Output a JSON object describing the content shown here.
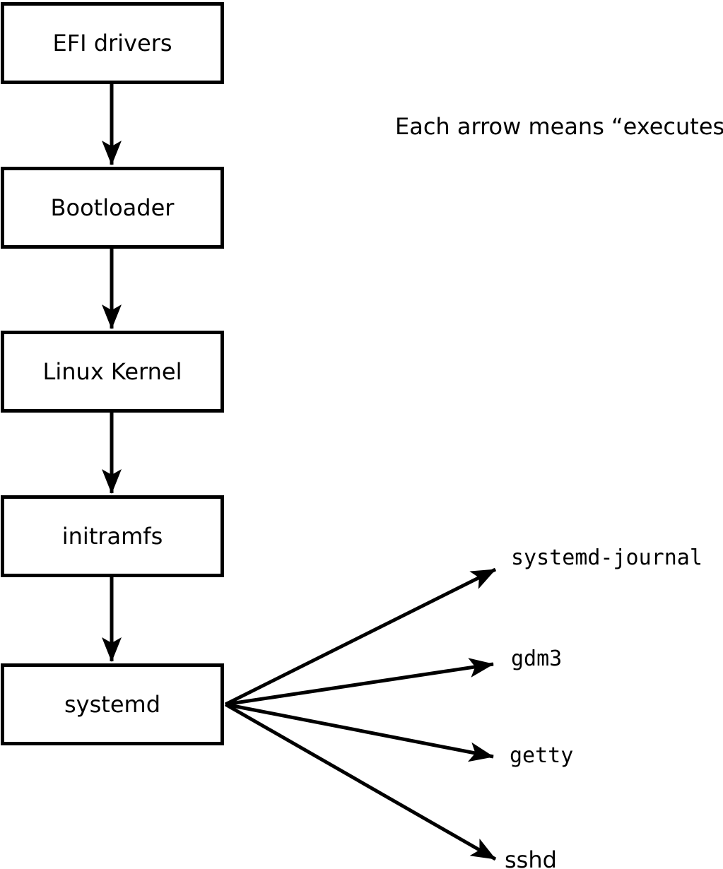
{
  "annotation": {
    "text": "Each arrow means “executes”."
  },
  "boot_chain": [
    {
      "label": "EFI drivers"
    },
    {
      "label": "Bootloader"
    },
    {
      "label": "Linux Kernel"
    },
    {
      "label": "initramfs"
    },
    {
      "label": "systemd"
    }
  ],
  "spawned_processes": [
    {
      "label": "systemd-journal"
    },
    {
      "label": "gdm3"
    },
    {
      "label": "getty"
    },
    {
      "label": "sshd"
    }
  ],
  "edges": [
    {
      "from": "EFI drivers",
      "to": "Bootloader"
    },
    {
      "from": "Bootloader",
      "to": "Linux Kernel"
    },
    {
      "from": "Linux Kernel",
      "to": "initramfs"
    },
    {
      "from": "initramfs",
      "to": "systemd"
    },
    {
      "from": "systemd",
      "to": "systemd-journal"
    },
    {
      "from": "systemd",
      "to": "gdm3"
    },
    {
      "from": "systemd",
      "to": "getty"
    },
    {
      "from": "systemd",
      "to": "sshd"
    }
  ],
  "colors": {
    "foreground": "#000000",
    "background": "#ffffff"
  }
}
